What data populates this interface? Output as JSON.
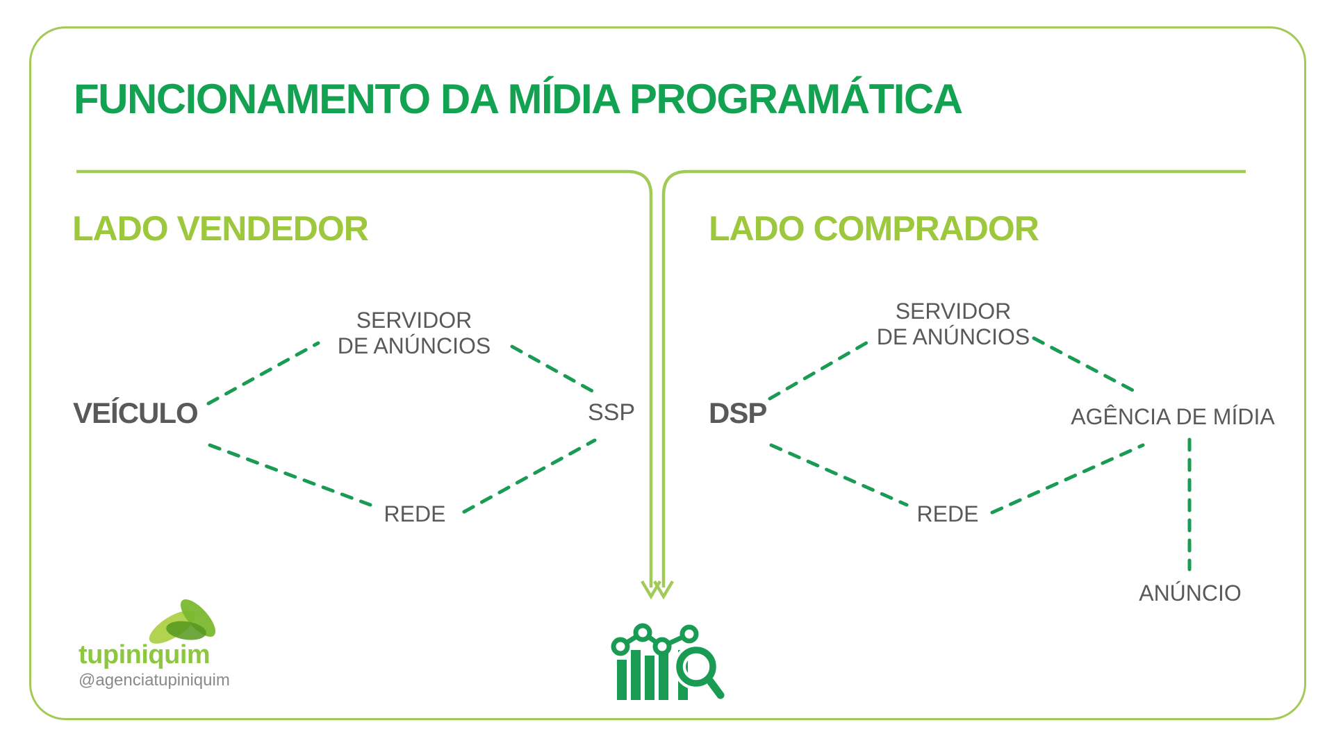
{
  "title": "FUNCIONAMENTO DA MÍDIA PROGRAMÁTICA",
  "colors": {
    "title_green": "#13a152",
    "light_green": "#9dc73c",
    "bracket_green": "#a3ca58",
    "dash_green": "#1a9b53",
    "text_gray": "#58595b",
    "logo_green": "#8dc63f",
    "handle_gray": "#87898c"
  },
  "seller": {
    "heading": "LADO VENDEDOR",
    "nodes": {
      "veiculo": "VEÍCULO",
      "servidor": "SERVIDOR\nDE ANÚNCIOS",
      "ssp": "SSP",
      "rede": "REDE"
    }
  },
  "buyer": {
    "heading": "LADO COMPRADOR",
    "nodes": {
      "dsp": "DSP",
      "servidor": "SERVIDOR\nDE ANÚNCIOS",
      "agencia": "AGÊNCIA DE MÍDIA",
      "rede": "REDE",
      "anuncio": "ANÚNCIO"
    }
  },
  "footer": {
    "brand": "tupiniquim",
    "handle": "@agenciatupiniquim"
  },
  "icons": {
    "center_icon": "bar-chart-magnifier-icon",
    "brand_icon": "leaf-icon"
  }
}
